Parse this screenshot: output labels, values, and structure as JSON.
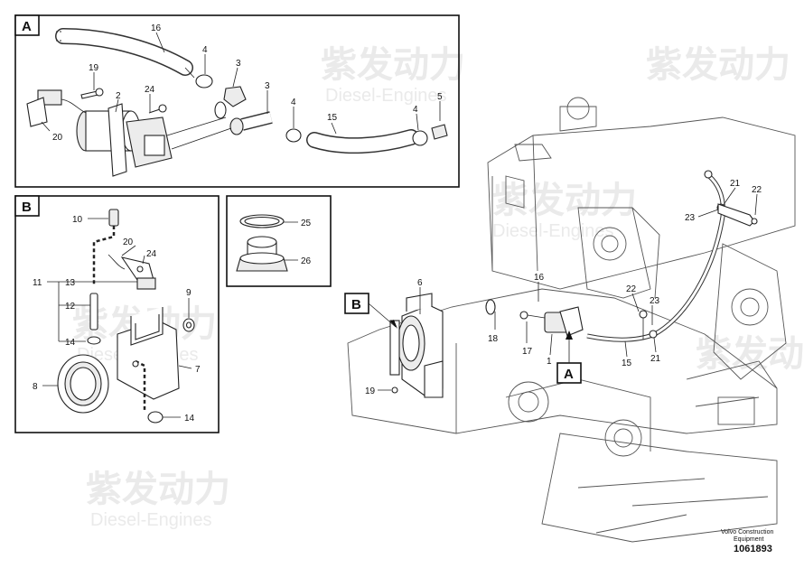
{
  "watermark": {
    "cn": "紫发动力",
    "en": "Diesel-Engines"
  },
  "panels": {
    "a": {
      "letter": "A"
    },
    "b": {
      "letter": "B"
    }
  },
  "main_labels": {
    "a": "A",
    "b": "B"
  },
  "callouts": {
    "a16": "16",
    "a19": "19",
    "a2": "2",
    "a24": "24",
    "a4t": "4",
    "a3t": "3",
    "a3m": "3",
    "a4m": "4",
    "a15": "15",
    "a4r": "4",
    "a5": "5",
    "a20": "20",
    "b10": "10",
    "b20": "20",
    "b24": "24",
    "b11": "11",
    "b13": "13",
    "b12": "12",
    "b14a": "14",
    "b9": "9",
    "b7": "7",
    "b8": "8",
    "b14b": "14",
    "c25": "25",
    "c26": "26",
    "m21t": "21",
    "m22t": "22",
    "m23t": "23",
    "m6": "6",
    "m16": "16",
    "m22m": "22",
    "m23m": "23",
    "m18": "18",
    "m17": "17",
    "m1": "1",
    "m15": "15",
    "m21m": "21",
    "m19": "19"
  },
  "footer": {
    "brand_line1": "Volvo Construction",
    "brand_line2": "Equipment",
    "drawing_number": "1061893"
  }
}
